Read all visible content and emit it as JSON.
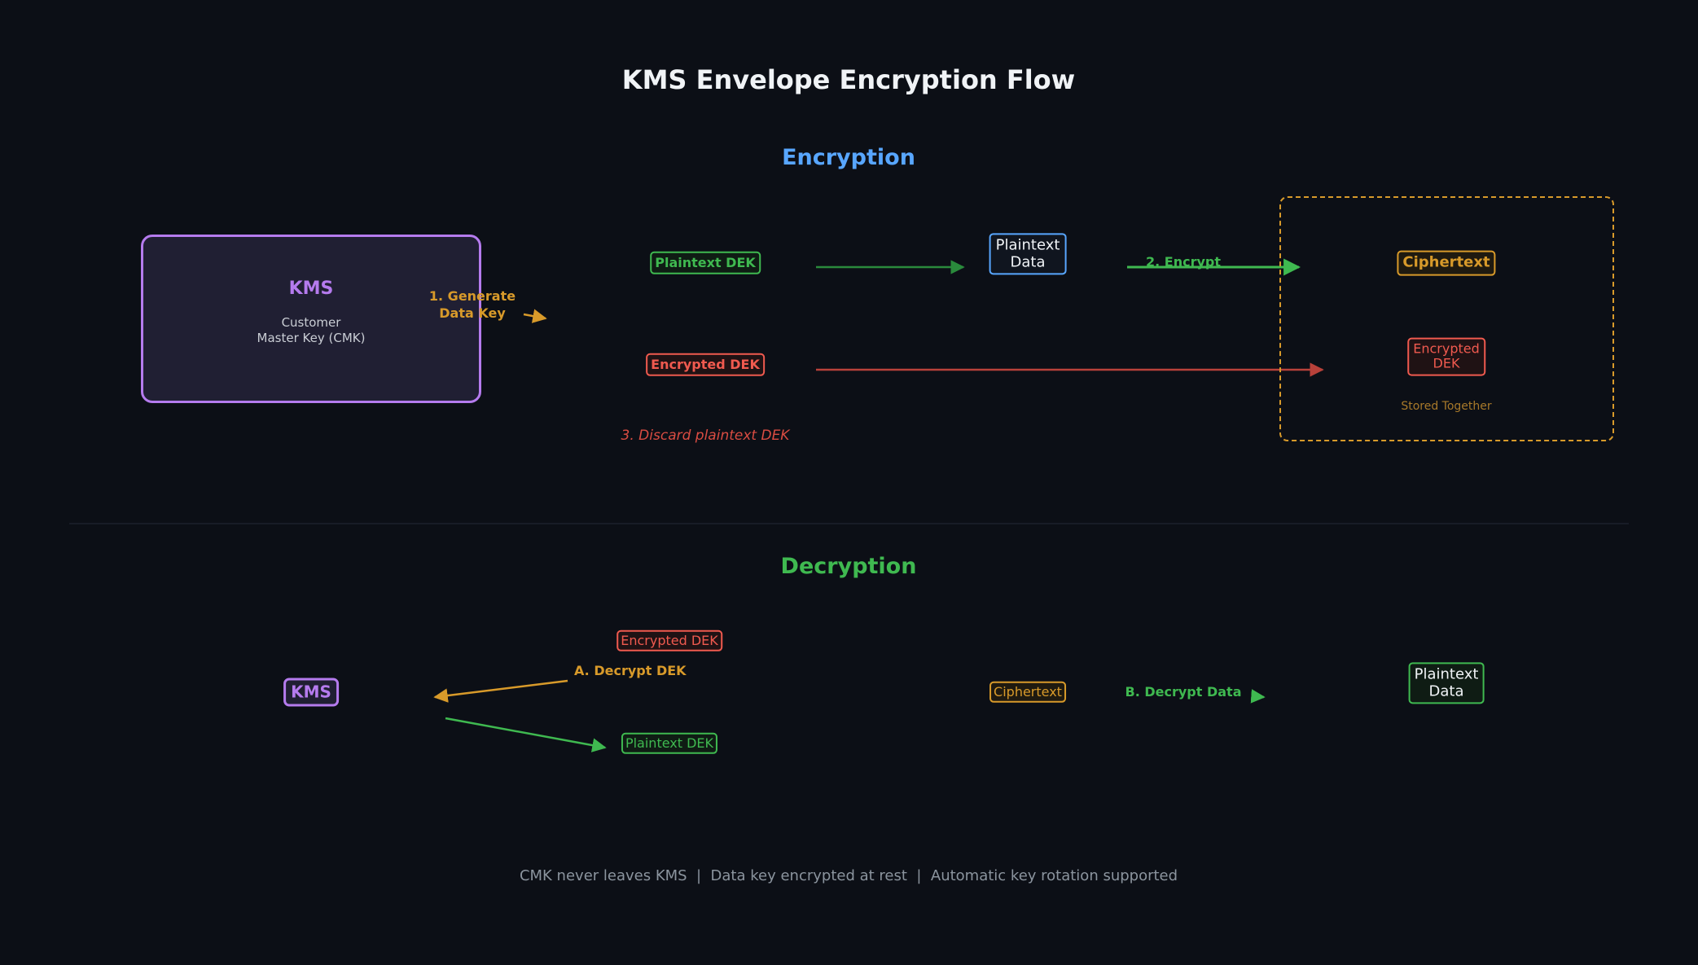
{
  "title": "KMS Envelope Encryption Flow",
  "encryption": {
    "heading": "Encryption",
    "kms_title": "KMS",
    "kms_subtitle_line1": "Customer",
    "kms_subtitle_line2": "Master Key (CMK)",
    "step1_line1": "1. Generate",
    "step1_line2": "Data Key",
    "plaintext_dek": "Plaintext DEK",
    "encrypted_dek": "Encrypted DEK",
    "plaintext_data_line1": "Plaintext",
    "plaintext_data_line2": "Data",
    "step2": "2. Encrypt",
    "step3": "3. Discard plaintext DEK",
    "ciphertext": "Ciphertext",
    "stored_encrypted_dek_line1": "Encrypted",
    "stored_encrypted_dek_line2": "DEK",
    "stored_together": "Stored Together"
  },
  "decryption": {
    "heading": "Decryption",
    "kms": "KMS",
    "encrypted_dek": "Encrypted DEK",
    "stepA": "A. Decrypt DEK",
    "plaintext_dek": "Plaintext DEK",
    "ciphertext": "Ciphertext",
    "stepB": "B. Decrypt Data",
    "plaintext_data_line1": "Plaintext",
    "plaintext_data_line2": "Data"
  },
  "footer": "CMK never leaves KMS  |  Data key encrypted at rest  |  Automatic key rotation supported",
  "colors": {
    "background": "#0c0f16",
    "purple": "#b57bee",
    "green": "#3fb950",
    "red": "#f05a4f",
    "orange": "#d89a2a",
    "blue": "#58a6ff",
    "white": "#f0f3f6",
    "gray": "#8b949e"
  }
}
